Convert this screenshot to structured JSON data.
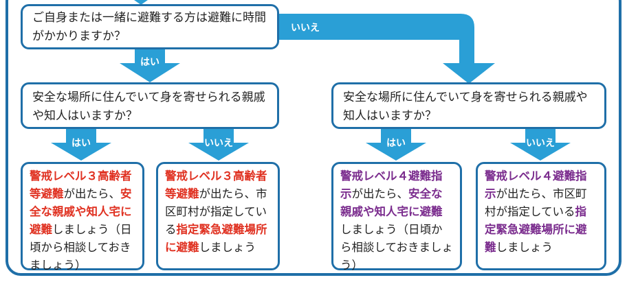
{
  "question1": "ご自身または一緒に避難する方は避難に時間がかかりますか？",
  "question2": "安全な場所に住んでいて身を寄せられる親戚や知人はいますか？",
  "question3": "安全な場所に住んでいて身を寄せられる親戚や知人はいますか？",
  "yes_label": "はい",
  "no_label": "いいえ",
  "result1": {
    "h1": "警戒レベル３高齢者等避難",
    "t1": "が出たら、",
    "h2": "安全な親戚や知人宅に避難",
    "t2": "しましょう（日頃から相談しておきましょう）"
  },
  "result2": {
    "h1": "警戒レベル３高齢者等避難",
    "t1": "が出たら、市区町村が指定している",
    "h2": "指定緊急避難場所に避難",
    "t2": "しましょう"
  },
  "result3": {
    "h1": "警戒レベル４避難指示",
    "t1": "が出たら、",
    "h2": "安全な親戚や知人宅に避難",
    "t2": "しましょう（日頃から相談しておきましょう）"
  },
  "result4": {
    "h1": "警戒レベル４避難指示",
    "t1": "が出たら、市区町村が指定している",
    "h2": "指定緊急避難場所に避難",
    "t2": "しましょう"
  },
  "colors": {
    "frame": "#1f6fa8",
    "arrow": "#2a9fd6",
    "level3": "#e03222",
    "level4": "#7b2d8e"
  }
}
